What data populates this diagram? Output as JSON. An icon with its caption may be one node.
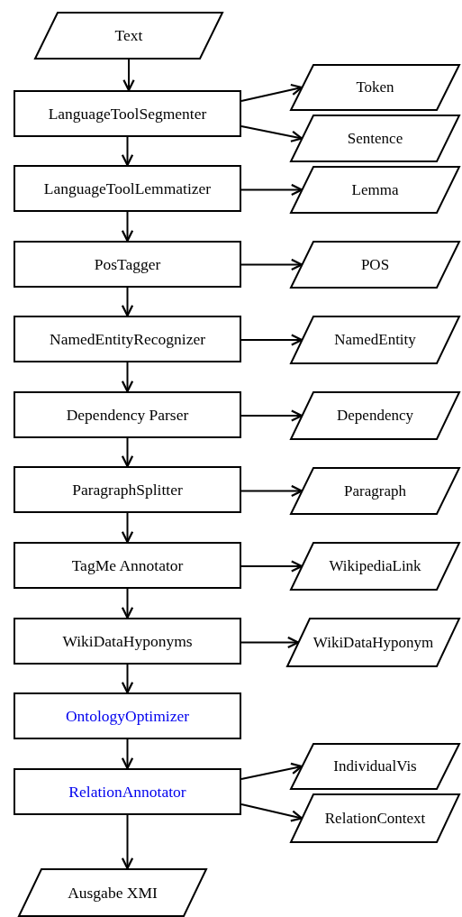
{
  "diagram": {
    "nodes": [
      {
        "text": [
          "Text"
        ]
      },
      {
        "text": [
          "LanguageToolSegmenter"
        ]
      },
      {
        "text": [
          "Token"
        ]
      },
      {
        "text": [
          "Sentence"
        ]
      },
      {
        "text": [
          "LanguageToolLemmatizer"
        ]
      },
      {
        "text": [
          "Lemma"
        ]
      },
      {
        "text": [
          "PosTagger"
        ]
      },
      {
        "text": [
          "POS"
        ]
      },
      {
        "text": [
          "NamedEntityRecognizer"
        ]
      },
      {
        "text": [
          "NamedEntity"
        ]
      },
      {
        "text": [
          "Dependency Parser"
        ]
      },
      {
        "text": [
          "Dependency"
        ]
      },
      {
        "text": [
          "ParagraphSplitter"
        ]
      },
      {
        "text": [
          "Paragraph"
        ]
      },
      {
        "text": [
          "TagMe Annotator"
        ]
      },
      {
        "text": [
          "WikipediaLink"
        ]
      },
      {
        "text": [
          "WikiDataHyponyms"
        ]
      },
      {
        "text": [
          "WikiDataHyponym"
        ]
      },
      {
        "text": [
          "OntologyOptimizer"
        ]
      },
      {
        "text": [
          "RelationAnnotator"
        ]
      },
      {
        "text": [
          "IndividualVis"
        ]
      },
      {
        "text": [
          "RelationContext"
        ]
      },
      {
        "text": [
          "Ausgabe XMI"
        ]
      }
    ],
    "edges": [
      {
        "from": 0,
        "to": 1,
        "arrow": "to"
      },
      {
        "from": 1,
        "to": 2,
        "arrow": "to"
      },
      {
        "from": 1,
        "to": 3,
        "arrow": "to"
      },
      {
        "from": 1,
        "to": 4,
        "arrow": "to"
      },
      {
        "from": 4,
        "to": 5,
        "arrow": "to"
      },
      {
        "from": 4,
        "to": 6,
        "arrow": "to"
      },
      {
        "from": 6,
        "to": 7,
        "arrow": "to"
      },
      {
        "from": 6,
        "to": 8,
        "arrow": "to"
      },
      {
        "from": 8,
        "to": 9,
        "arrow": "to"
      },
      {
        "from": 8,
        "to": 10,
        "arrow": "to"
      },
      {
        "from": 10,
        "to": 11,
        "arrow": "to"
      },
      {
        "from": 10,
        "to": 12,
        "arrow": "to"
      },
      {
        "from": 12,
        "to": 13,
        "arrow": "to"
      },
      {
        "from": 12,
        "to": 14,
        "arrow": "to"
      },
      {
        "from": 14,
        "to": 15,
        "arrow": "to"
      },
      {
        "from": 14,
        "to": 16,
        "arrow": "to"
      },
      {
        "from": 16,
        "to": 17,
        "arrow": "to"
      },
      {
        "from": 16,
        "to": 18,
        "arrow": "to"
      },
      {
        "from": 18,
        "to": 19,
        "arrow": "to"
      },
      {
        "from": 19,
        "to": 20,
        "arrow": "to"
      },
      {
        "from": 19,
        "to": 21,
        "arrow": "to"
      },
      {
        "from": 19,
        "to": 22,
        "arrow": "to"
      }
    ]
  }
}
